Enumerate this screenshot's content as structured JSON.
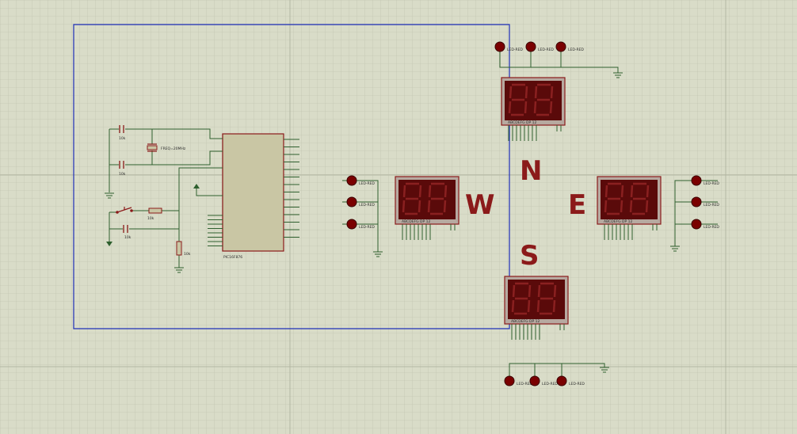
{
  "compass": {
    "north": "N",
    "south": "S",
    "east": "E",
    "west": "W"
  },
  "mcu": {
    "label": "PIC16F876"
  },
  "crystal": {
    "label": "FREQ=20MHz"
  },
  "display_pin_text": "ABCDEFG DP     12",
  "resistor_value": "10k",
  "led_value": "LED-RED",
  "colors": {
    "background": "#d9dcc8",
    "grid": "#c3c6b2",
    "grid_major": "#b4b7a3",
    "wire": "#2e5f2e",
    "sheet_border": "#1f2fb8",
    "component_outline": "#8b1a1a",
    "component_fill": "#c9c6a4",
    "display_body": "#5a0a0a",
    "led": "#7a0000"
  }
}
